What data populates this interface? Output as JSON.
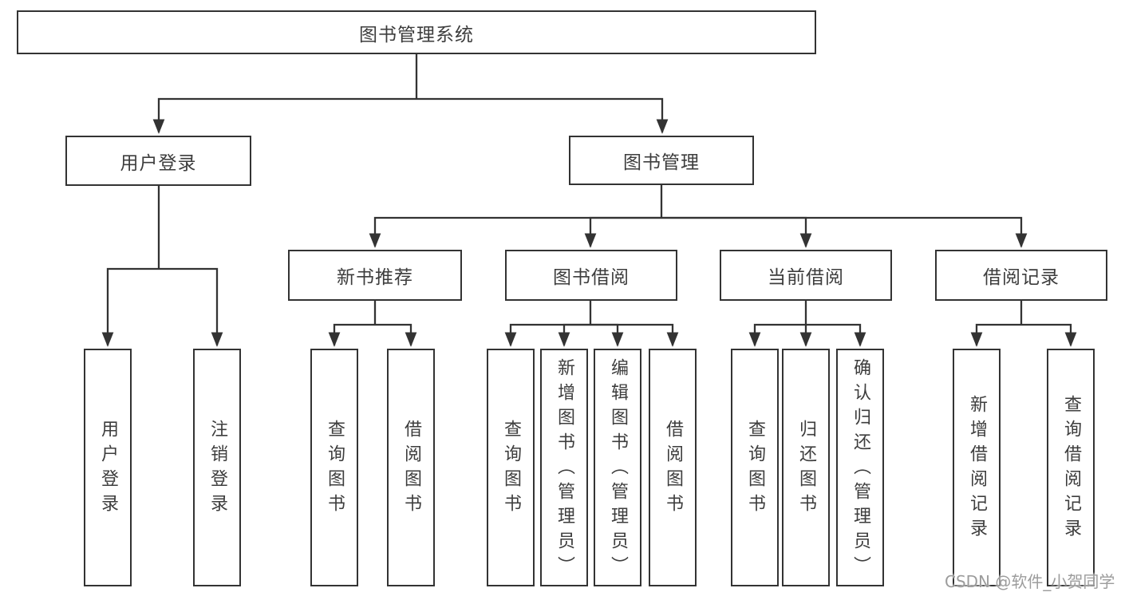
{
  "diagram": {
    "line_color": "#333333",
    "text_color": "#3d3d3d",
    "watermark": {
      "text": "CSDN @软件_小贺同学",
      "color": "#9c9c9c"
    },
    "nodes": {
      "root": {
        "label": "图书管理系统"
      },
      "login": {
        "label": "用户登录"
      },
      "manage": {
        "label": "图书管理"
      },
      "login_user": {
        "label": "用户登录"
      },
      "login_logout": {
        "label": "注销登录"
      },
      "recommend": {
        "label": "新书推荐"
      },
      "borrow": {
        "label": "图书借阅"
      },
      "current": {
        "label": "当前借阅"
      },
      "records": {
        "label": "借阅记录"
      },
      "rec_query": {
        "label": "查询图书"
      },
      "rec_borrow": {
        "label": "借阅图书"
      },
      "bor_query": {
        "label": "查询图书"
      },
      "bor_add": {
        "label": "新增图书（管理员）"
      },
      "bor_edit": {
        "label": "编辑图书（管理员）"
      },
      "bor_lend": {
        "label": "借阅图书"
      },
      "cur_query": {
        "label": "查询图书"
      },
      "cur_return": {
        "label": "归还图书"
      },
      "cur_confirm": {
        "label": "确认归还（管理员）"
      },
      "recd_add": {
        "label": "新增借阅记录"
      },
      "recd_query": {
        "label": "查询借阅记录"
      }
    }
  }
}
